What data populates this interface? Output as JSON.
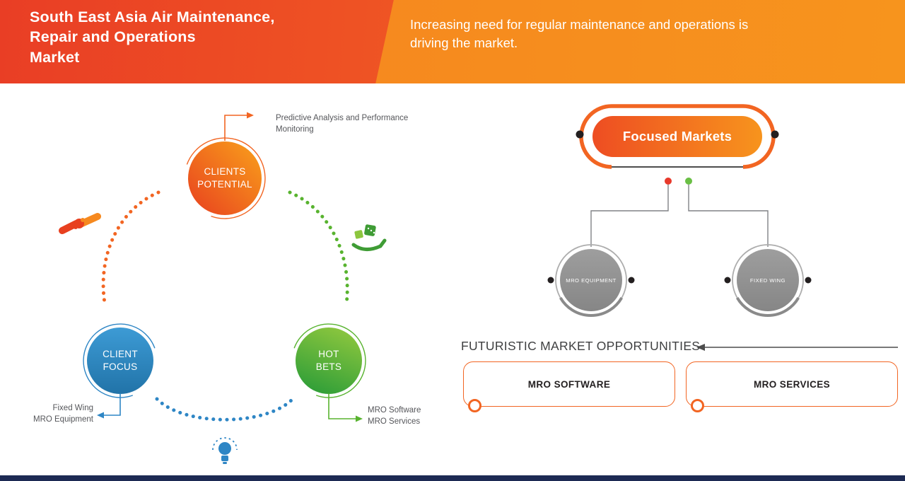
{
  "header": {
    "title": "South East Asia Air Maintenance,\nRepair and Operations\nMarket",
    "subtitle": "Increasing need for regular maintenance and operations is\ndriving the market."
  },
  "cycle": {
    "nodes": {
      "clients_potential": "CLIENTS\nPOTENTIAL",
      "client_focus": "CLIENT\nFOCUS",
      "hot_bets": "HOT\nBETS"
    },
    "annotations": {
      "predictive": "Predictive Analysis and Performance\nMonitoring",
      "fixed_wing": "Fixed Wing\nMRO Equipment",
      "mro_software": "MRO Software\nMRO Services"
    }
  },
  "focused_markets": {
    "root": "Focused Markets",
    "children": {
      "left": "MRO EQUIPMENT",
      "right": "FIXED WING"
    }
  },
  "opportunities": {
    "heading": "FUTURISTIC MARKET OPPORTUNITIES",
    "left_box": "MRO SOFTWARE",
    "right_box": "MRO SERVICES"
  },
  "colors": {
    "orange": "#f26522",
    "orange_dark": "#e8401f",
    "blue": "#2e86c5",
    "green": "#58b32f",
    "gray": "#8f8f8f",
    "navy": "#1d2a53",
    "red_dot": "#e8392b",
    "green_dot": "#6abf45"
  }
}
